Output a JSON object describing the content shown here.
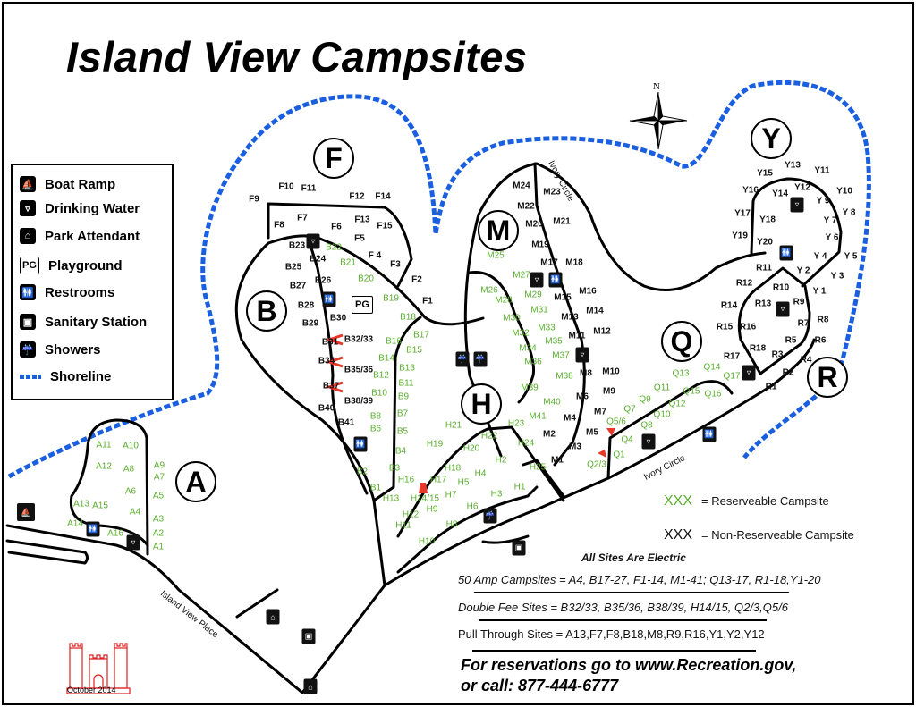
{
  "title": "Island View Campsites",
  "legend": [
    {
      "icon": "boat-ramp-icon",
      "label": "Boat Ramp"
    },
    {
      "icon": "drinking-water-icon",
      "label": "Drinking Water"
    },
    {
      "icon": "park-attendant-icon",
      "label": "Park Attendant"
    },
    {
      "icon": "playground-icon",
      "label": "Playground",
      "glyph": "PG"
    },
    {
      "icon": "restrooms-icon",
      "label": "Restrooms"
    },
    {
      "icon": "sanitary-station-icon",
      "label": "Sanitary Station"
    },
    {
      "icon": "showers-icon",
      "label": "Showers"
    },
    {
      "icon": "shoreline-icon",
      "label": "Shoreline"
    }
  ],
  "areas": [
    "F",
    "B",
    "M",
    "Y",
    "H",
    "Q",
    "R",
    "A"
  ],
  "compass": "N",
  "roads": {
    "ivory_circle_1": "Ivory Circle",
    "ivory_circle_2": "Ivory Circle",
    "island_view_place": "Island View Place"
  },
  "colors": {
    "reservable": "#5aae2e",
    "non_reservable": "#111111",
    "shoreline": "#1a5fe0",
    "double_fee_marker": "#e8382a",
    "logo": "#e02020"
  },
  "sites": [
    {
      "label": "F9",
      "reservable": false
    },
    {
      "label": "F10",
      "reservable": false
    },
    {
      "label": "F11",
      "reservable": false
    },
    {
      "label": "F12",
      "reservable": false
    },
    {
      "label": "F14",
      "reservable": false
    },
    {
      "label": "F7",
      "reservable": false
    },
    {
      "label": "F8",
      "reservable": false
    },
    {
      "label": "F6",
      "reservable": false
    },
    {
      "label": "F13",
      "reservable": false
    },
    {
      "label": "F15",
      "reservable": false
    },
    {
      "label": "F5",
      "reservable": false
    },
    {
      "label": "F 4",
      "reservable": false
    },
    {
      "label": "F3",
      "reservable": false
    },
    {
      "label": "F2",
      "reservable": false
    },
    {
      "label": "F1",
      "reservable": false
    },
    {
      "label": "B23",
      "reservable": false
    },
    {
      "label": "B22",
      "reservable": true
    },
    {
      "label": "B24",
      "reservable": false
    },
    {
      "label": "B21",
      "reservable": true
    },
    {
      "label": "B25",
      "reservable": false
    },
    {
      "label": "B26",
      "reservable": false
    },
    {
      "label": "B20",
      "reservable": true
    },
    {
      "label": "B27",
      "reservable": false
    },
    {
      "label": "B19",
      "reservable": true
    },
    {
      "label": "B28",
      "reservable": false
    },
    {
      "label": "B18",
      "reservable": true
    },
    {
      "label": "B29",
      "reservable": false
    },
    {
      "label": "B30",
      "reservable": false
    },
    {
      "label": "B17",
      "reservable": true
    },
    {
      "label": "B31",
      "reservable": false
    },
    {
      "label": "B32/33",
      "reservable": false
    },
    {
      "label": "B16",
      "reservable": true
    },
    {
      "label": "B15",
      "reservable": true
    },
    {
      "label": "B34",
      "reservable": false
    },
    {
      "label": "B35/36",
      "reservable": false
    },
    {
      "label": "B14",
      "reservable": true
    },
    {
      "label": "B13",
      "reservable": true
    },
    {
      "label": "B12",
      "reservable": true
    },
    {
      "label": "B11",
      "reservable": true
    },
    {
      "label": "B37",
      "reservable": false
    },
    {
      "label": "B38/39",
      "reservable": false
    },
    {
      "label": "B10",
      "reservable": true
    },
    {
      "label": "B9",
      "reservable": true
    },
    {
      "label": "B40",
      "reservable": false
    },
    {
      "label": "B41",
      "reservable": false
    },
    {
      "label": "B8",
      "reservable": true
    },
    {
      "label": "B7",
      "reservable": true
    },
    {
      "label": "B6",
      "reservable": true
    },
    {
      "label": "B5",
      "reservable": true
    },
    {
      "label": "B4",
      "reservable": true
    },
    {
      "label": "B3",
      "reservable": true
    },
    {
      "label": "B2",
      "reservable": true
    },
    {
      "label": "B1",
      "reservable": true
    },
    {
      "label": "H21",
      "reservable": true
    },
    {
      "label": "H22",
      "reservable": true
    },
    {
      "label": "H23",
      "reservable": true
    },
    {
      "label": "H24",
      "reservable": true
    },
    {
      "label": "H19",
      "reservable": true
    },
    {
      "label": "H20",
      "reservable": true
    },
    {
      "label": "H2",
      "reservable": true
    },
    {
      "label": "H18",
      "reservable": true
    },
    {
      "label": "H25",
      "reservable": true
    },
    {
      "label": "H16",
      "reservable": true
    },
    {
      "label": "H17",
      "reservable": true
    },
    {
      "label": "H4",
      "reservable": true
    },
    {
      "label": "H5",
      "reservable": true
    },
    {
      "label": "H1",
      "reservable": true
    },
    {
      "label": "H13",
      "reservable": true
    },
    {
      "label": "H14/15",
      "reservable": true
    },
    {
      "label": "H7",
      "reservable": true
    },
    {
      "label": "H3",
      "reservable": true
    },
    {
      "label": "H12",
      "reservable": true
    },
    {
      "label": "H9",
      "reservable": true
    },
    {
      "label": "H6",
      "reservable": true
    },
    {
      "label": "H11",
      "reservable": true
    },
    {
      "label": "H8",
      "reservable": true
    },
    {
      "label": "H10",
      "reservable": true
    },
    {
      "label": "M24",
      "reservable": false
    },
    {
      "label": "M23",
      "reservable": false
    },
    {
      "label": "M22",
      "reservable": false
    },
    {
      "label": "M21",
      "reservable": false
    },
    {
      "label": "M20",
      "reservable": false
    },
    {
      "label": "M19",
      "reservable": false
    },
    {
      "label": "M25",
      "reservable": true
    },
    {
      "label": "M17",
      "reservable": false
    },
    {
      "label": "M18",
      "reservable": false
    },
    {
      "label": "M27",
      "reservable": true
    },
    {
      "label": "M26",
      "reservable": true
    },
    {
      "label": "M16",
      "reservable": false
    },
    {
      "label": "M28",
      "reservable": true
    },
    {
      "label": "M29",
      "reservable": true
    },
    {
      "label": "M15",
      "reservable": false
    },
    {
      "label": "M14",
      "reservable": false
    },
    {
      "label": "M31",
      "reservable": true
    },
    {
      "label": "M13",
      "reservable": false
    },
    {
      "label": "M30",
      "reservable": true
    },
    {
      "label": "M33",
      "reservable": true
    },
    {
      "label": "M12",
      "reservable": false
    },
    {
      "label": "M11",
      "reservable": false
    },
    {
      "label": "M32",
      "reservable": true
    },
    {
      "label": "M35",
      "reservable": true
    },
    {
      "label": "M34",
      "reservable": true
    },
    {
      "label": "M37",
      "reservable": true
    },
    {
      "label": "M36",
      "reservable": true
    },
    {
      "label": "M10",
      "reservable": false
    },
    {
      "label": "M8",
      "reservable": false
    },
    {
      "label": "M38",
      "reservable": true
    },
    {
      "label": "M9",
      "reservable": false
    },
    {
      "label": "M39",
      "reservable": true
    },
    {
      "label": "M6",
      "reservable": false
    },
    {
      "label": "M40",
      "reservable": true
    },
    {
      "label": "M7",
      "reservable": false
    },
    {
      "label": "M41",
      "reservable": true
    },
    {
      "label": "M4",
      "reservable": false
    },
    {
      "label": "M2",
      "reservable": false
    },
    {
      "label": "M5",
      "reservable": false
    },
    {
      "label": "M3",
      "reservable": false
    },
    {
      "label": "M1",
      "reservable": false
    },
    {
      "label": "Y15",
      "reservable": false
    },
    {
      "label": "Y13",
      "reservable": false
    },
    {
      "label": "Y11",
      "reservable": false
    },
    {
      "label": "Y16",
      "reservable": false
    },
    {
      "label": "Y14",
      "reservable": false
    },
    {
      "label": "Y12",
      "reservable": false
    },
    {
      "label": "Y10",
      "reservable": false
    },
    {
      "label": "Y 9",
      "reservable": false
    },
    {
      "label": "Y17",
      "reservable": false
    },
    {
      "label": "Y18",
      "reservable": false
    },
    {
      "label": "Y 8",
      "reservable": false
    },
    {
      "label": "Y 7",
      "reservable": false
    },
    {
      "label": "Y19",
      "reservable": false
    },
    {
      "label": "Y20",
      "reservable": false
    },
    {
      "label": "Y 6",
      "reservable": false
    },
    {
      "label": "Y 4",
      "reservable": false
    },
    {
      "label": "Y 5",
      "reservable": false
    },
    {
      "label": "Y 2",
      "reservable": false
    },
    {
      "label": "Y 3",
      "reservable": false
    },
    {
      "label": "Y 1",
      "reservable": false
    },
    {
      "label": "R11",
      "reservable": false
    },
    {
      "label": "R12",
      "reservable": false
    },
    {
      "label": "R10",
      "reservable": false
    },
    {
      "label": "R14",
      "reservable": false
    },
    {
      "label": "R13",
      "reservable": false
    },
    {
      "label": "R9",
      "reservable": false
    },
    {
      "label": "R8",
      "reservable": false
    },
    {
      "label": "R7",
      "reservable": false
    },
    {
      "label": "R15",
      "reservable": false
    },
    {
      "label": "R16",
      "reservable": false
    },
    {
      "label": "R5",
      "reservable": false
    },
    {
      "label": "R6",
      "reservable": false
    },
    {
      "label": "R18",
      "reservable": false
    },
    {
      "label": "R3",
      "reservable": false
    },
    {
      "label": "R17",
      "reservable": false
    },
    {
      "label": "R4",
      "reservable": false
    },
    {
      "label": "R2",
      "reservable": false
    },
    {
      "label": "R1",
      "reservable": false
    },
    {
      "label": "Q13",
      "reservable": true
    },
    {
      "label": "Q14",
      "reservable": true
    },
    {
      "label": "Q17",
      "reservable": true
    },
    {
      "label": "Q11",
      "reservable": true
    },
    {
      "label": "Q15",
      "reservable": true
    },
    {
      "label": "Q16",
      "reservable": true
    },
    {
      "label": "Q9",
      "reservable": true
    },
    {
      "label": "Q12",
      "reservable": true
    },
    {
      "label": "Q7",
      "reservable": true
    },
    {
      "label": "Q10",
      "reservable": true
    },
    {
      "label": "Q8",
      "reservable": true
    },
    {
      "label": "Q5/6",
      "reservable": true
    },
    {
      "label": "Q4",
      "reservable": true
    },
    {
      "label": "Q1",
      "reservable": true
    },
    {
      "label": "Q2/3",
      "reservable": true
    },
    {
      "label": "A11",
      "reservable": true
    },
    {
      "label": "A10",
      "reservable": true
    },
    {
      "label": "A12",
      "reservable": true
    },
    {
      "label": "A8",
      "reservable": true
    },
    {
      "label": "A9",
      "reservable": true
    },
    {
      "label": "A7",
      "reservable": true
    },
    {
      "label": "A6",
      "reservable": true
    },
    {
      "label": "A5",
      "reservable": true
    },
    {
      "label": "A13",
      "reservable": true
    },
    {
      "label": "A15",
      "reservable": true
    },
    {
      "label": "A4",
      "reservable": true
    },
    {
      "label": "A3",
      "reservable": true
    },
    {
      "label": "A14",
      "reservable": true
    },
    {
      "label": "A16",
      "reservable": true
    },
    {
      "label": "A2",
      "reservable": true
    },
    {
      "label": "A1",
      "reservable": true
    }
  ],
  "key": {
    "symbol": "XXX",
    "reservable": "= Reserveable Campsite",
    "non_reservable": "= Non-Reserveable Campsite"
  },
  "notes": {
    "electric": "All Sites Are Electric",
    "amp50": "50 Amp Campsites = A4, B17-27, F1-14, M1-41; Q13-17, R1-18,Y1-20",
    "double_fee": "Double Fee Sites = B32/33, B35/36, B38/39, H14/15, Q2/3,Q5/6",
    "pull_through": "Pull Through Sites = A13,F7,F8,B18,M8,R9,R16,Y1,Y2,Y12"
  },
  "reservations": {
    "line1": "For reservations go to  www.Recreation.gov,",
    "line2": "or call: 877-444-6777"
  },
  "logo_text": "US Army Corps of Engineers castle",
  "date": "October 2014"
}
